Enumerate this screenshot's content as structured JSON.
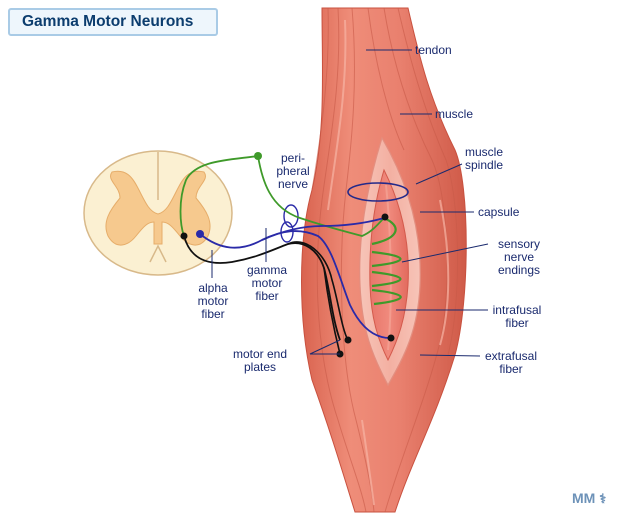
{
  "title": "Gamma Motor Neurons",
  "labels": {
    "tendon": "tendon",
    "muscle": "muscle",
    "muscle_spindle": "muscle\nspindle",
    "capsule": "capsule",
    "sensory_nerve_endings": "sensory\nnerve\nendings",
    "intrafusal_fiber": "intrafusal\nfiber",
    "extrafusal_fiber": "extrafusal\nfiber",
    "peripheral_nerve": "peri-\npheral\nnerve",
    "gamma_motor_fiber": "gamma\nmotor\nfiber",
    "alpha_motor_fiber": "alpha\nmotor\nfiber",
    "motor_end_plates": "motor end\nplates"
  },
  "logo": "MM",
  "colors": {
    "title_text": "#0c3d6e",
    "label_text": "#1a2a6e",
    "muscle": "#e9806e",
    "sensory_fiber": "#3f9a2a",
    "gamma_fiber": "#2a2aa8",
    "alpha_fiber": "#111111"
  }
}
